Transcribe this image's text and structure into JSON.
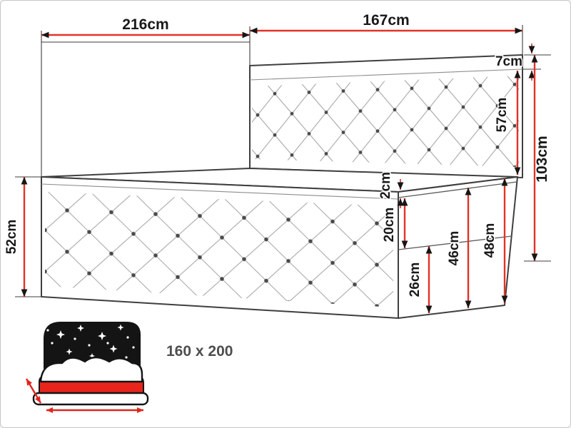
{
  "diagram": {
    "dimensions": {
      "total_length": "216cm",
      "headboard_width": "167cm",
      "headboard_top": "7cm",
      "headboard_front": "57cm",
      "total_height": "103cm",
      "side_height": "52cm",
      "topper_height": "2cm",
      "mattress_height": "20cm",
      "base_height": "26cm",
      "base_and_mattress_height": "46cm",
      "bed_height": "48cm"
    },
    "icon": {
      "size_label": "160 x 200"
    },
    "colors": {
      "dimension_line": "#e23227",
      "outline": "#3f3f3f",
      "icon_red": "#e8251c"
    }
  }
}
